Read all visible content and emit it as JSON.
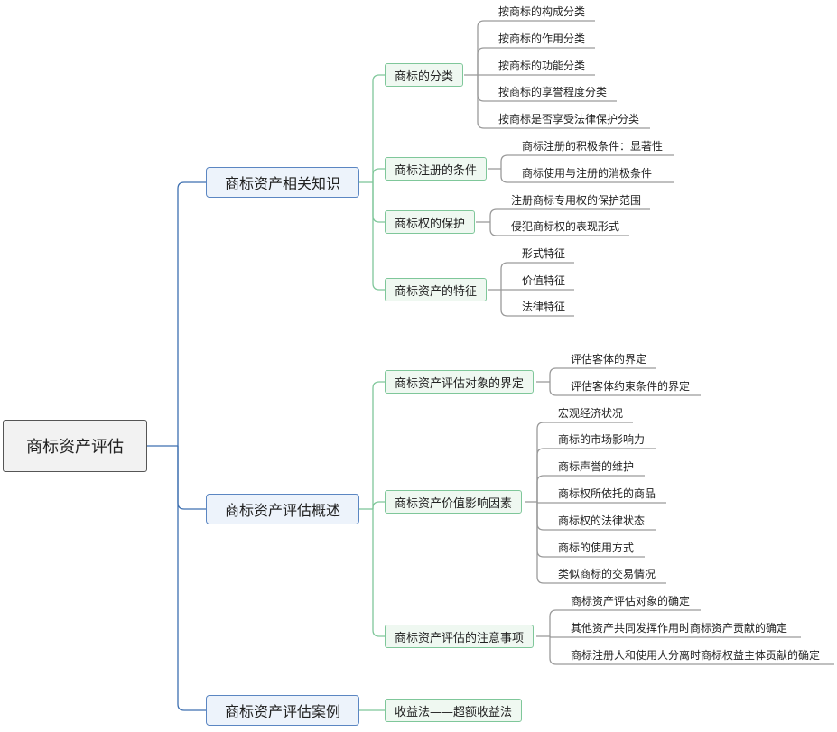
{
  "root": {
    "label": "商标资产评估"
  },
  "branches": [
    {
      "label": "商标资产相关知识",
      "children": [
        {
          "label": "商标的分类",
          "leaves": [
            "按商标的构成分类",
            "按商标的作用分类",
            "按商标的功能分类",
            "按商标的享誉程度分类",
            "按商标是否享受法律保护分类"
          ]
        },
        {
          "label": "商标注册的条件",
          "leaves": [
            "商标注册的积极条件：显著性",
            "商标使用与注册的消极条件"
          ]
        },
        {
          "label": "商标权的保护",
          "leaves": [
            "注册商标专用权的保护范围",
            "侵犯商标权的表现形式"
          ]
        },
        {
          "label": "商标资产的特征",
          "leaves": [
            "形式特征",
            "价值特征",
            "法律特征"
          ]
        }
      ]
    },
    {
      "label": "商标资产评估概述",
      "children": [
        {
          "label": "商标资产评估对象的界定",
          "leaves": [
            "评估客体的界定",
            "评估客体约束条件的界定"
          ]
        },
        {
          "label": "商标资产价值影响因素",
          "leaves": [
            "宏观经济状况",
            "商标的市场影响力",
            "商标声誉的维护",
            "商标权所依托的商品",
            "商标权的法律状态",
            "商标的使用方式",
            "类似商标的交易情况"
          ]
        },
        {
          "label": "商标资产评估的注意事项",
          "leaves": [
            "商标资产评估对象的确定",
            "其他资产共同发挥作用时商标资产贡献的确定",
            "商标注册人和使用人分离时商标权益主体贡献的确定"
          ]
        }
      ]
    },
    {
      "label": "商标资产评估案例",
      "children": [
        {
          "label": "收益法——超额收益法",
          "leaves": []
        }
      ]
    }
  ],
  "colors": {
    "level1_line": "#3d6fb0",
    "level2_line": "#7fc79a",
    "leaf_line": "#9a9a9a"
  }
}
